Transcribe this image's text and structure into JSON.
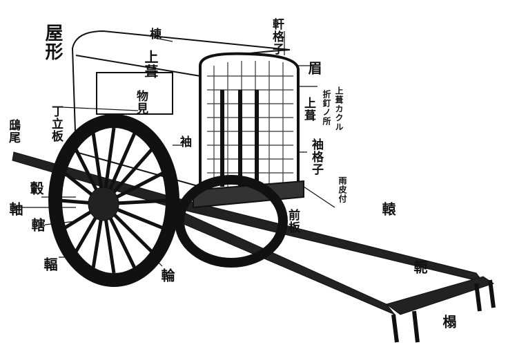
{
  "title": "牛車",
  "labels": {
    "yakata": "屋形",
    "mune": "棟",
    "noki_goshi": "軒格子",
    "uwabuki_top": "上葺",
    "mayu": "眉",
    "uwabuki_side": "上葺",
    "oriKugi_a": "上葺カクル",
    "oriKugi_b": "折釘ノ所",
    "monomi": "物見",
    "chodateita": "丁立板",
    "shibi": "鴟尾",
    "sode": "袖",
    "sode_goshi": "袖格子",
    "amagawa": "雨皮付",
    "koshiki": "轂",
    "jiku": "軸",
    "kusabi": "轄",
    "ya": "輻",
    "wa": "輪",
    "maeita": "前板",
    "nagae": "轅",
    "kubiki": "軛",
    "shiji": "榻"
  }
}
